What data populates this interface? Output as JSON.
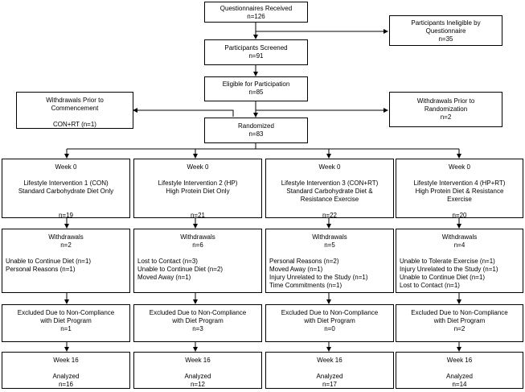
{
  "top": {
    "received": {
      "title": "Questionnaires Received",
      "n": "n=126"
    },
    "ineligible": {
      "title1": "Participants Ineligible by",
      "title2": "Questionnaire",
      "n": "n=35"
    },
    "screened": {
      "title": "Participants Screened",
      "n": "n=91"
    },
    "eligible": {
      "title": "Eligible for Participation",
      "n": "n=85"
    },
    "withdraw_commence": {
      "title1": "Withdrawals Prior to",
      "title2": "Commencement",
      "detail": "CON+RT  (n=1)"
    },
    "withdraw_random": {
      "title1": "Withdrawals Prior to",
      "title2": "Randomization",
      "n": "n=2"
    },
    "randomized": {
      "title": "Randomized",
      "n": "n=83"
    }
  },
  "arms": [
    {
      "week0": "Week 0",
      "name": "Lifestyle Intervention 1 (CON)",
      "desc1": "Standard Carbohydrate Diet Only",
      "desc2": "",
      "n": "n=19",
      "withdrawals_title": "Withdrawals",
      "withdrawals_n": "n=2",
      "reasons": [
        "Unable to Continue Diet (n=1)",
        "Personal Reasons (n=1)"
      ],
      "excluded1": "Excluded Due to Non-Compliance",
      "excluded2": "with Diet Program",
      "excluded_n": "n=1",
      "week16": "Week 16",
      "analyzed": "Analyzed",
      "analyzed_n": "n=16"
    },
    {
      "week0": "Week 0",
      "name": "Lifestyle Intervention 2 (HP)",
      "desc1": "High Protein Diet Only",
      "desc2": "",
      "n": "n=21",
      "withdrawals_title": "Withdrawals",
      "withdrawals_n": "n=6",
      "reasons": [
        "Lost to Contact (n=3)",
        "Unable to Continue Diet (n=2)",
        "Moved Away (n=1)"
      ],
      "excluded1": "Excluded Due to Non-Compliance",
      "excluded2": "with Diet Program",
      "excluded_n": "n=3",
      "week16": "Week 16",
      "analyzed": "Analyzed",
      "analyzed_n": "n=12"
    },
    {
      "week0": "Week 0",
      "name": "Lifestyle Intervention 3 (CON+RT)",
      "desc1": "Standard Carbohydrate Diet &",
      "desc2": "Resistance Exercise",
      "n": "n=22",
      "withdrawals_title": "Withdrawals",
      "withdrawals_n": "n=5",
      "reasons": [
        "Personal Reasons (n=2)",
        "Moved Away (n=1)",
        "Injury Unrelated to the Study (n=1)",
        "Time Commitments (n=1)"
      ],
      "excluded1": "Excluded Due to Non-Compliance",
      "excluded2": "with Diet Program",
      "excluded_n": "n=0",
      "week16": "Week 16",
      "analyzed": "Analyzed",
      "analyzed_n": "n=17"
    },
    {
      "week0": "Week 0",
      "name": "Lifestyle Intervention 4 (HP+RT)",
      "desc1": "High Protein Diet & Resistance",
      "desc2": "Exercise",
      "n": "n=20",
      "withdrawals_title": "Withdrawals",
      "withdrawals_n": "n=4",
      "reasons": [
        "Unable to Tolerate Exercise (n=1)",
        "Injury Unrelated to the Study (n=1)",
        "Unable to Continue Diet (n=1)",
        "Lost to Contact (n=1)"
      ],
      "excluded1": "Excluded Due to Non-Compliance",
      "excluded2": "with Diet Program",
      "excluded_n": "n=2",
      "week16": "Week 16",
      "analyzed": "Analyzed",
      "analyzed_n": "n=14"
    }
  ]
}
